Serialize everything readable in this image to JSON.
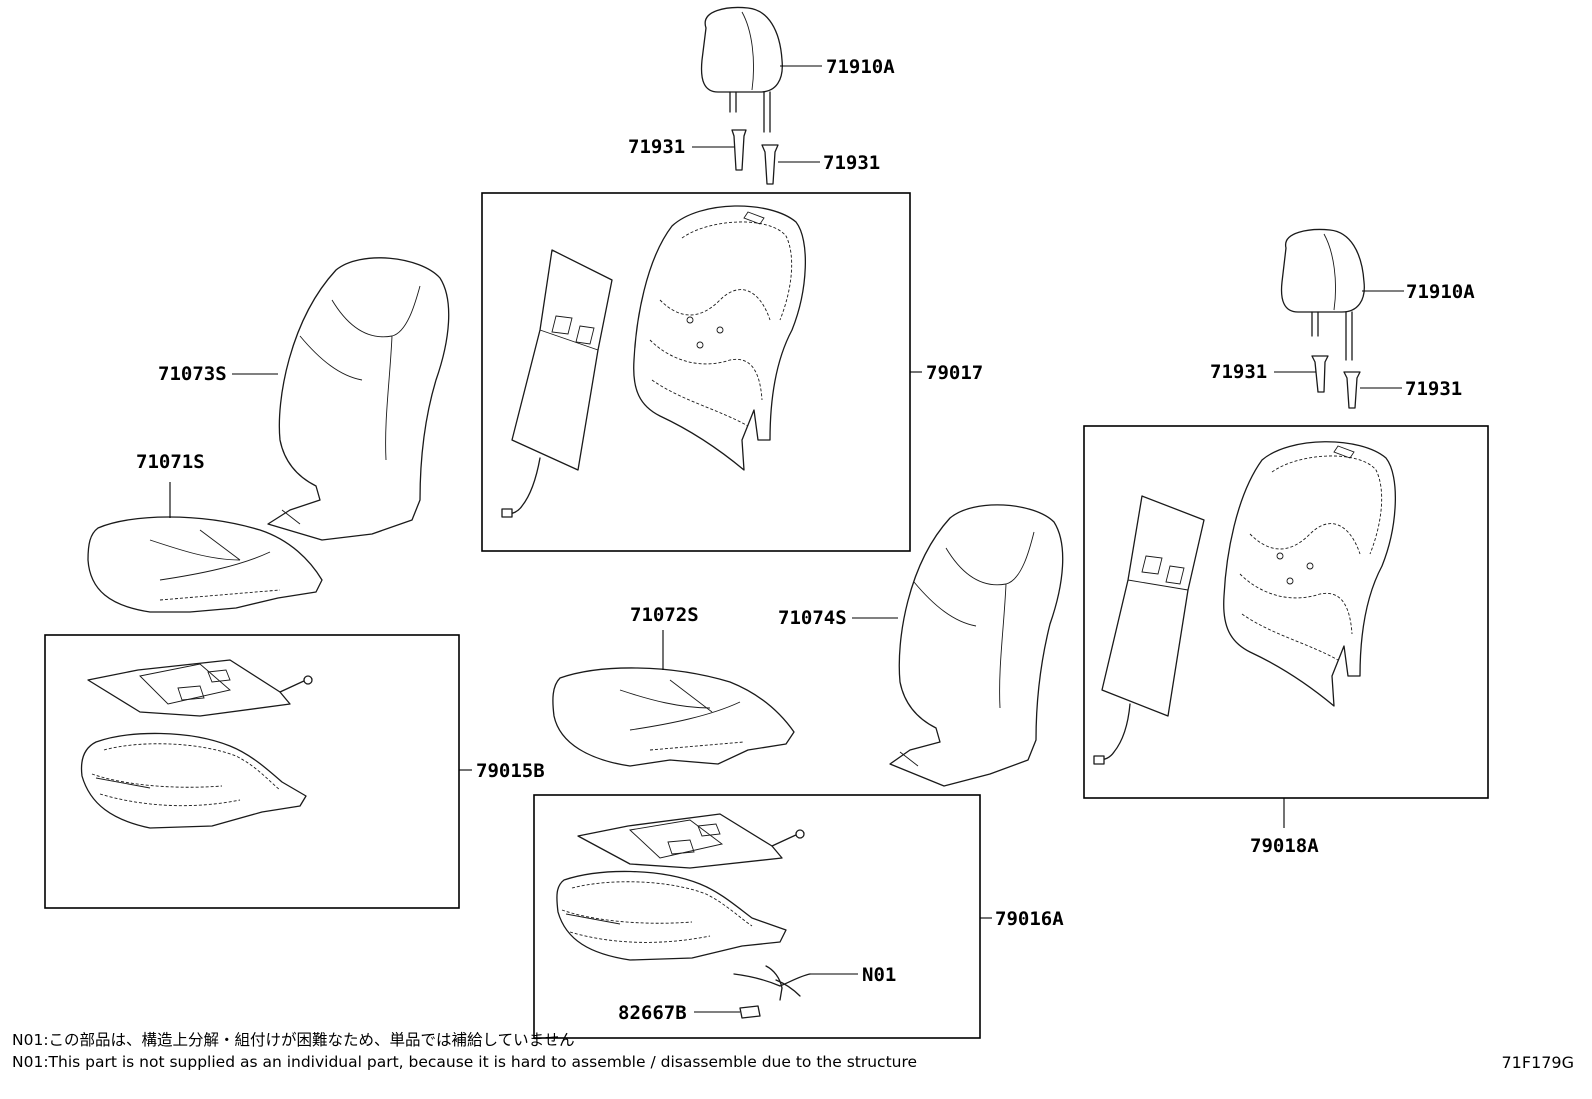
{
  "callouts": {
    "headrest_a": "71910A",
    "support_a1": "71931",
    "support_a2": "71931",
    "back_cover_frame": "79017",
    "back_cover_left": "71073S",
    "cushion_left": "71071S",
    "cushion_heater_left": "79015B",
    "cushion_center": "71072S",
    "back_center": "71074S",
    "cushion_heater_center": "79016A",
    "wire_n01": "N01",
    "connector": "82667B",
    "headrest_b": "71910A",
    "support_b1": "71931",
    "support_b2": "71931",
    "back_heater_right": "79018A"
  },
  "notes": {
    "jp": "N01:この部品は、構造上分解・組付けが困難なため、単品では補給していません",
    "en": "N01:This part is not supplied as an individual part, because it is hard to assemble / disassemble due to the structure"
  },
  "figure_code": "71F179G"
}
